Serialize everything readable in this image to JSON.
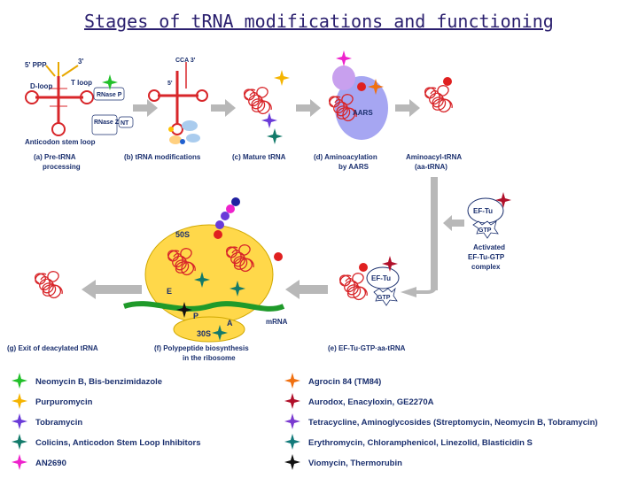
{
  "title": "Stages of tRNA modifications and functioning",
  "pretrna": {
    "ppp": "5' PPP",
    "s3": "3'",
    "dloop": "D-loop",
    "tloop": "T loop",
    "rnasep": "RNase P",
    "rnasez": "RNase Z/D",
    "nt": "NT",
    "anticodon": "Anticodon stem loop"
  },
  "mod": {
    "cca": "CCA 3'",
    "five": "5'"
  },
  "aars_label": "AARS",
  "eftu": {
    "label": "EF-Tu",
    "gtp": "GTP"
  },
  "ribosome": {
    "s50": "50S",
    "s30": "30S",
    "e": "E",
    "p": "P",
    "a": "A",
    "mrna": "mRNA"
  },
  "stages": {
    "a1": "(a) Pre-tRNA",
    "a2": "processing",
    "b": "(b) tRNA modifications",
    "c": "(c) Mature tRNA",
    "d1": "(d) Aminoacylation",
    "d2": "by AARS",
    "aa1": "Aminoacyl-tRNA",
    "aa2": "(aa-tRNA)",
    "act1": "Activated",
    "act2": "EF-Tu-GTP",
    "act3": "complex",
    "e": "(e) EF-Tu·GTP·aa-tRNA",
    "f1": "(f) Polypeptide biosynthesis",
    "f2": "in the ribosome",
    "g": "(g) Exit of deacylated tRNA"
  },
  "legend": [
    {
      "color": "#22c02a",
      "text": "Neomycin B, Bis-benzimidazole"
    },
    {
      "color": "#f5b400",
      "text": "Purpuromycin"
    },
    {
      "color": "#6a3bd8",
      "text": "Tobramycin"
    },
    {
      "color": "#127a6a",
      "text": "Colicins, Anticodon Stem Loop Inhibitors"
    },
    {
      "color": "#ee22cc",
      "text": "AN2690"
    },
    {
      "color": "#f07010",
      "text": "Agrocin 84 (TM84)"
    },
    {
      "color": "#b0102a",
      "text": "Aurodox, Enacyloxin, GE2270A"
    },
    {
      "color": "#7a3ad0",
      "text": "Tetracycline, Aminoglycosides (Streptomycin, Neomycin B, Tobramycin)"
    },
    {
      "color": "#127a7a",
      "text": "Erythromycin, Chloramphenicol, Linezolid, Blasticidin S"
    },
    {
      "color": "#111111",
      "text": "Viomycin, Thermorubin"
    }
  ]
}
